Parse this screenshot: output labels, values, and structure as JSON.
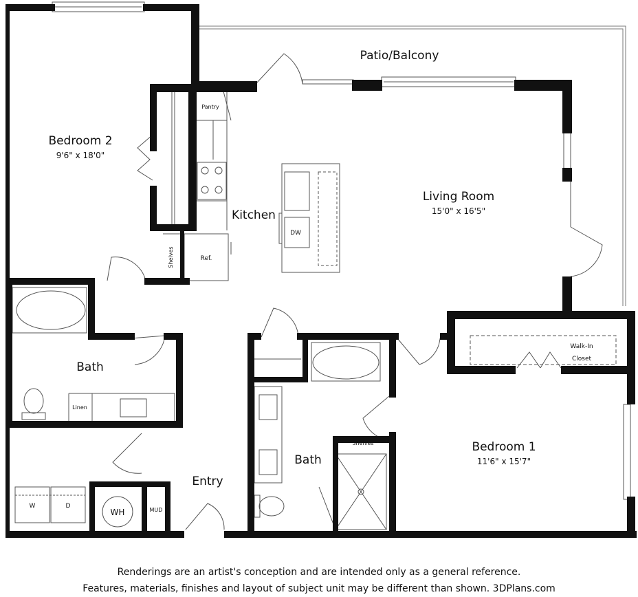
{
  "labels": {
    "patio": "Patio/Balcony",
    "bedroom2": "Bedroom 2",
    "bedroom2_dim": "9'6\" x 18'0\"",
    "pantry": "Pantry",
    "kitchen": "Kitchen",
    "dw": "DW",
    "shelves_kitchen": "Shelves",
    "ref": "Ref.",
    "living": "Living Room",
    "living_dim": "15'0\" x 16'5\"",
    "bath_left": "Bath",
    "linen": "Linen",
    "w": "W",
    "d": "D",
    "wh": "WH",
    "mud": "MUD",
    "entry": "Entry",
    "bath_mid": "Bath",
    "shelves_bath": "Shelves",
    "walkin_1": "Walk-In",
    "walkin_2": "Closet",
    "bedroom1": "Bedroom 1",
    "bedroom1_dim": "11'6\" x 15'7\""
  },
  "footer": {
    "line1": "Renderings are an artist's conception and are intended only as a general reference.",
    "line2": "Features, materials, finishes and layout of subject unit may be different than shown. 3DPlans.com"
  },
  "colors": {
    "wall": "#111111",
    "fixture": "#555555",
    "background": "#ffffff"
  }
}
